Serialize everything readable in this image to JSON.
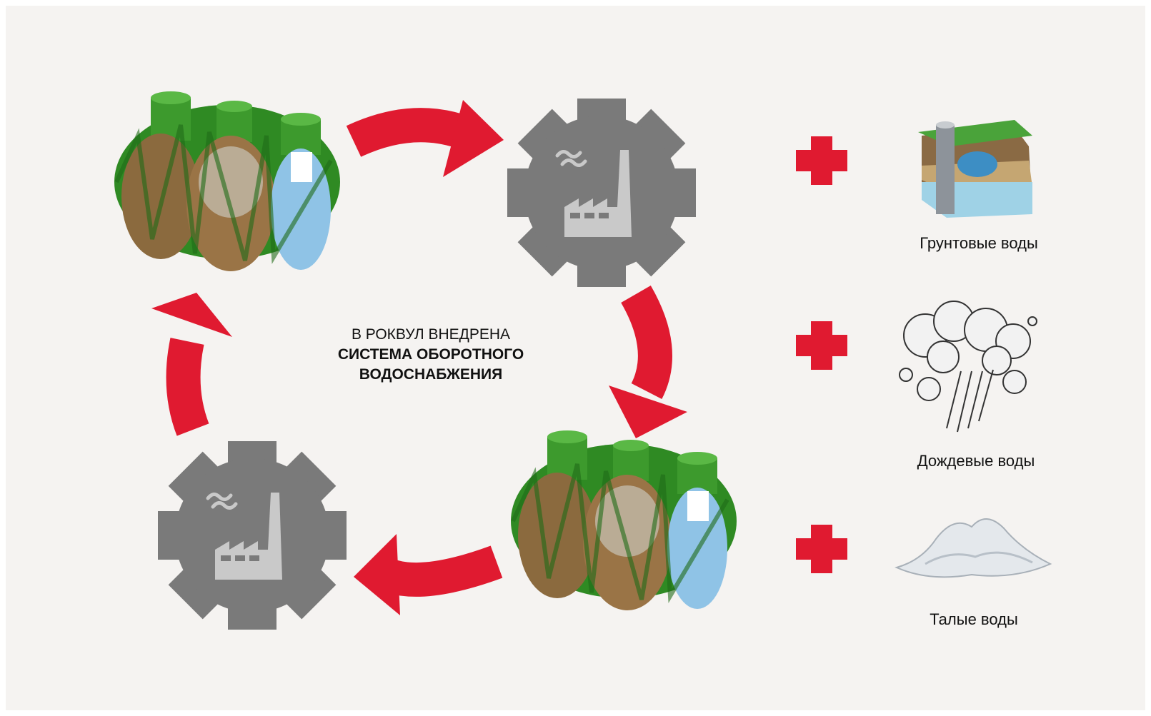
{
  "center": {
    "line1": "В РОКВУЛ ВНЕДРЕНА",
    "line2": "СИСТЕМА ОБОРОТНОГО",
    "line3": "ВОДОСНАБЖЕНИЯ"
  },
  "sources": [
    {
      "label": "Грунтовые воды",
      "icon": "ground-water-icon"
    },
    {
      "label": "Дождевые воды",
      "icon": "rain-cloud-icon"
    },
    {
      "label": "Талые воды",
      "icon": "snow-pile-icon"
    }
  ],
  "colors": {
    "arrow": "#e01a30",
    "gear": "#7a7a7a",
    "factory": "#c9c9c9",
    "tank": "#2f8a23",
    "background": "#f5f3f1"
  }
}
